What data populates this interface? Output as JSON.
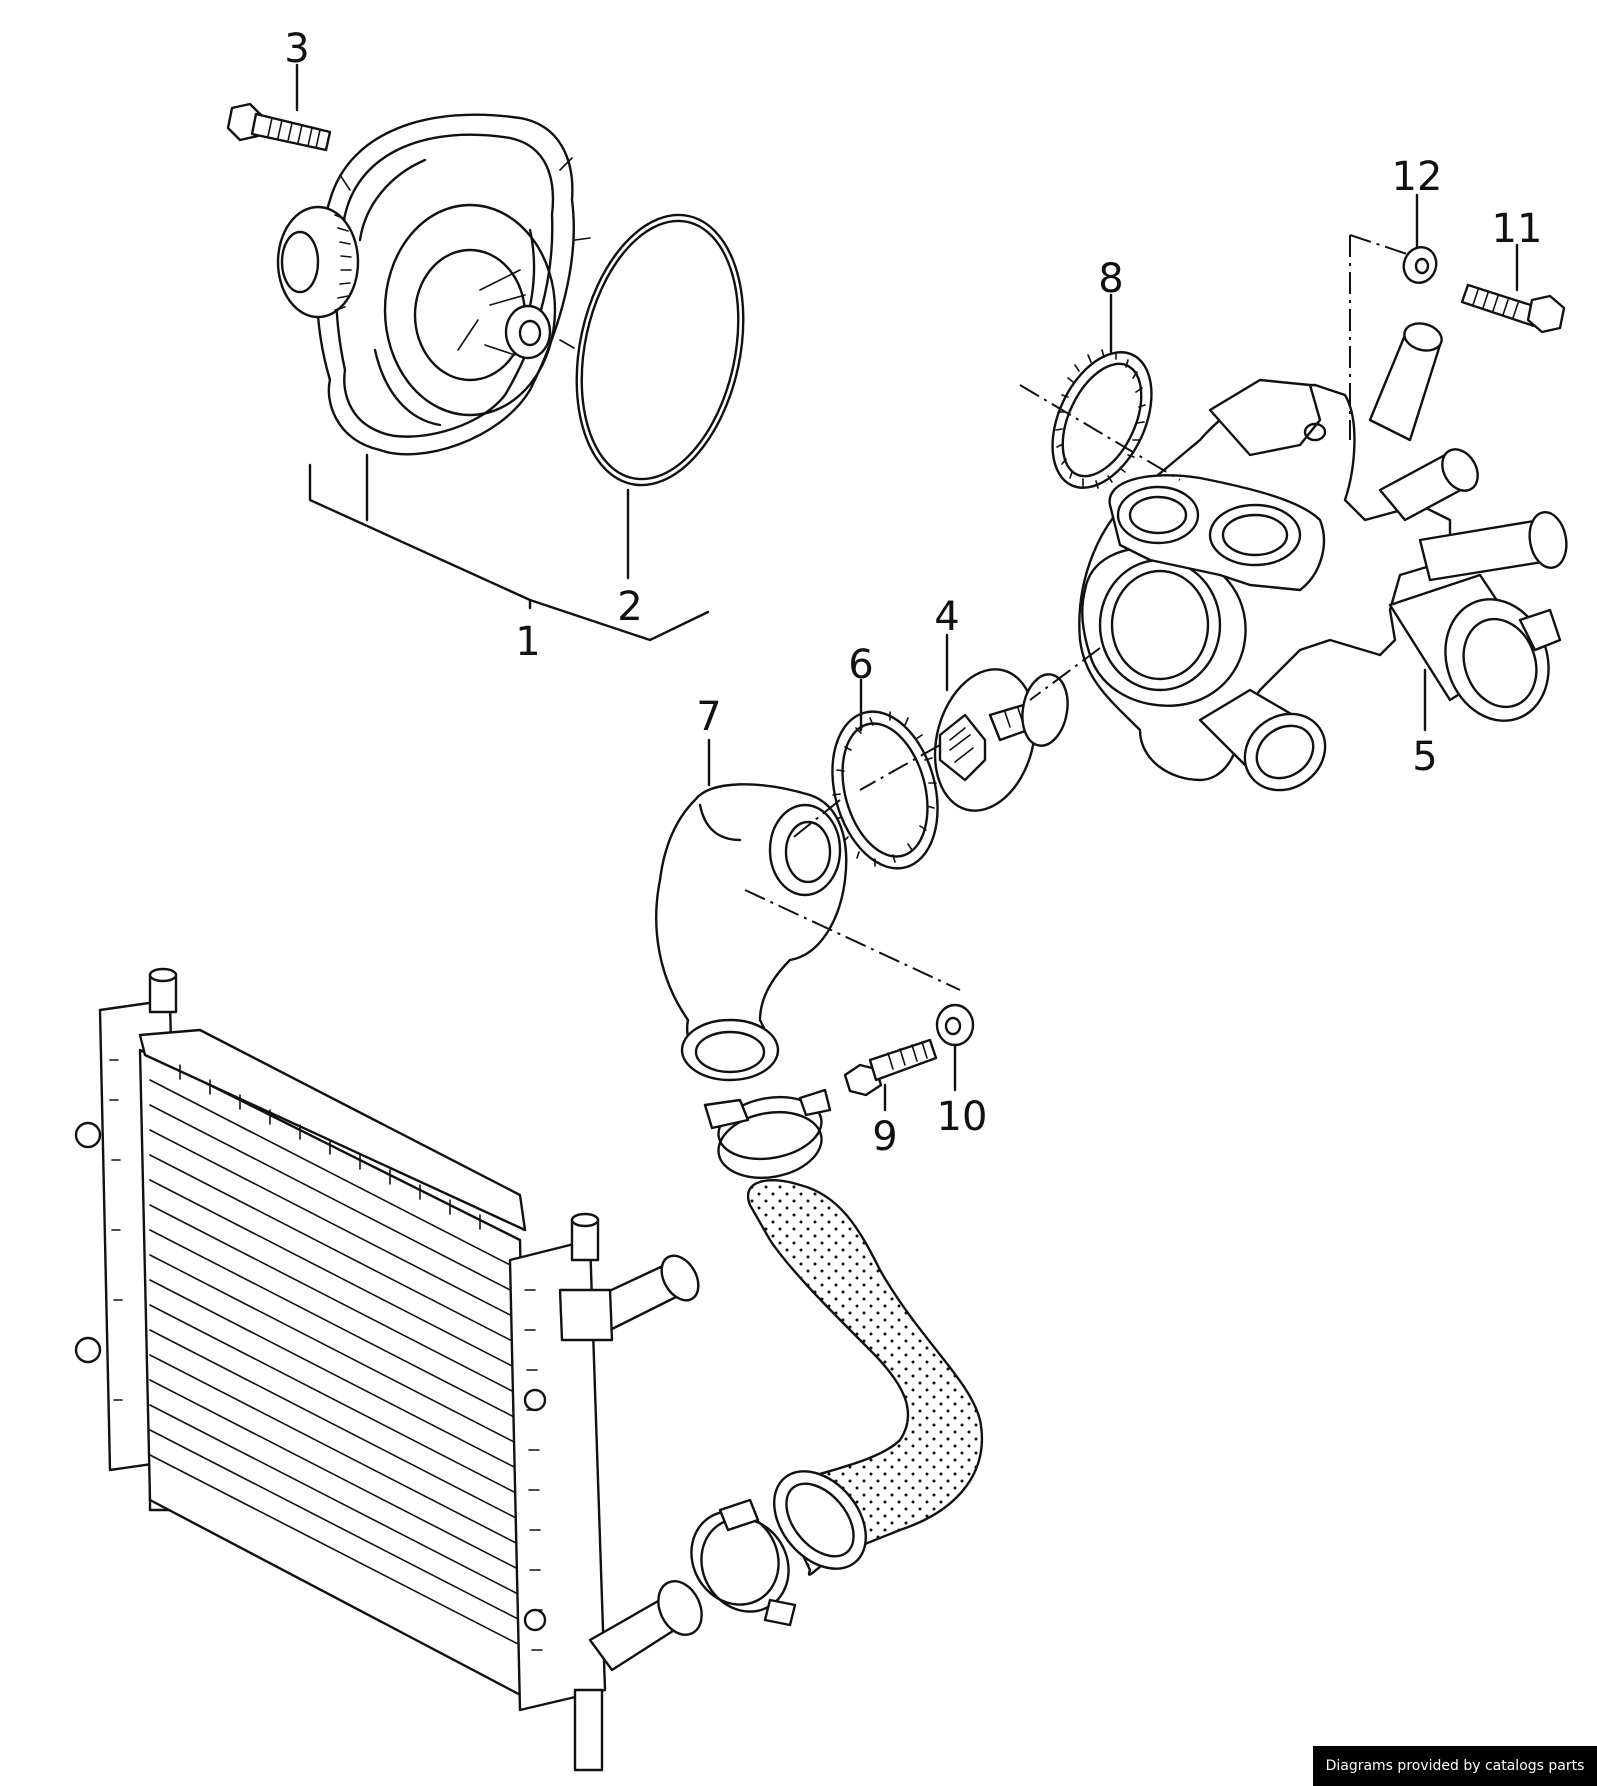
{
  "callouts": {
    "c1": "1",
    "c2": "2",
    "c3": "3",
    "c4": "4",
    "c5": "5",
    "c6": "6",
    "c7": "7",
    "c8": "8",
    "c9": "9",
    "c10": "10",
    "c11": "11",
    "c12": "12"
  },
  "footer": {
    "text": "Diagrams provided by catalogs parts"
  }
}
